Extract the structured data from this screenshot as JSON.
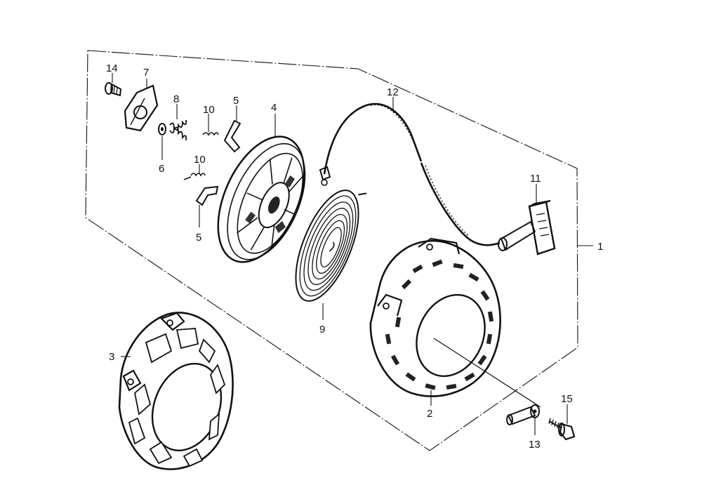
{
  "diagram": {
    "callouts": {
      "c1": "1",
      "c2": "2",
      "c3": "3",
      "c4": "4",
      "c5a": "5",
      "c5b": "5",
      "c6": "6",
      "c7": "7",
      "c8": "8",
      "c9": "9",
      "c10a": "10",
      "c10b": "10",
      "c11": "11",
      "c12": "12",
      "c13": "13",
      "c14": "14",
      "c15": "15"
    }
  }
}
